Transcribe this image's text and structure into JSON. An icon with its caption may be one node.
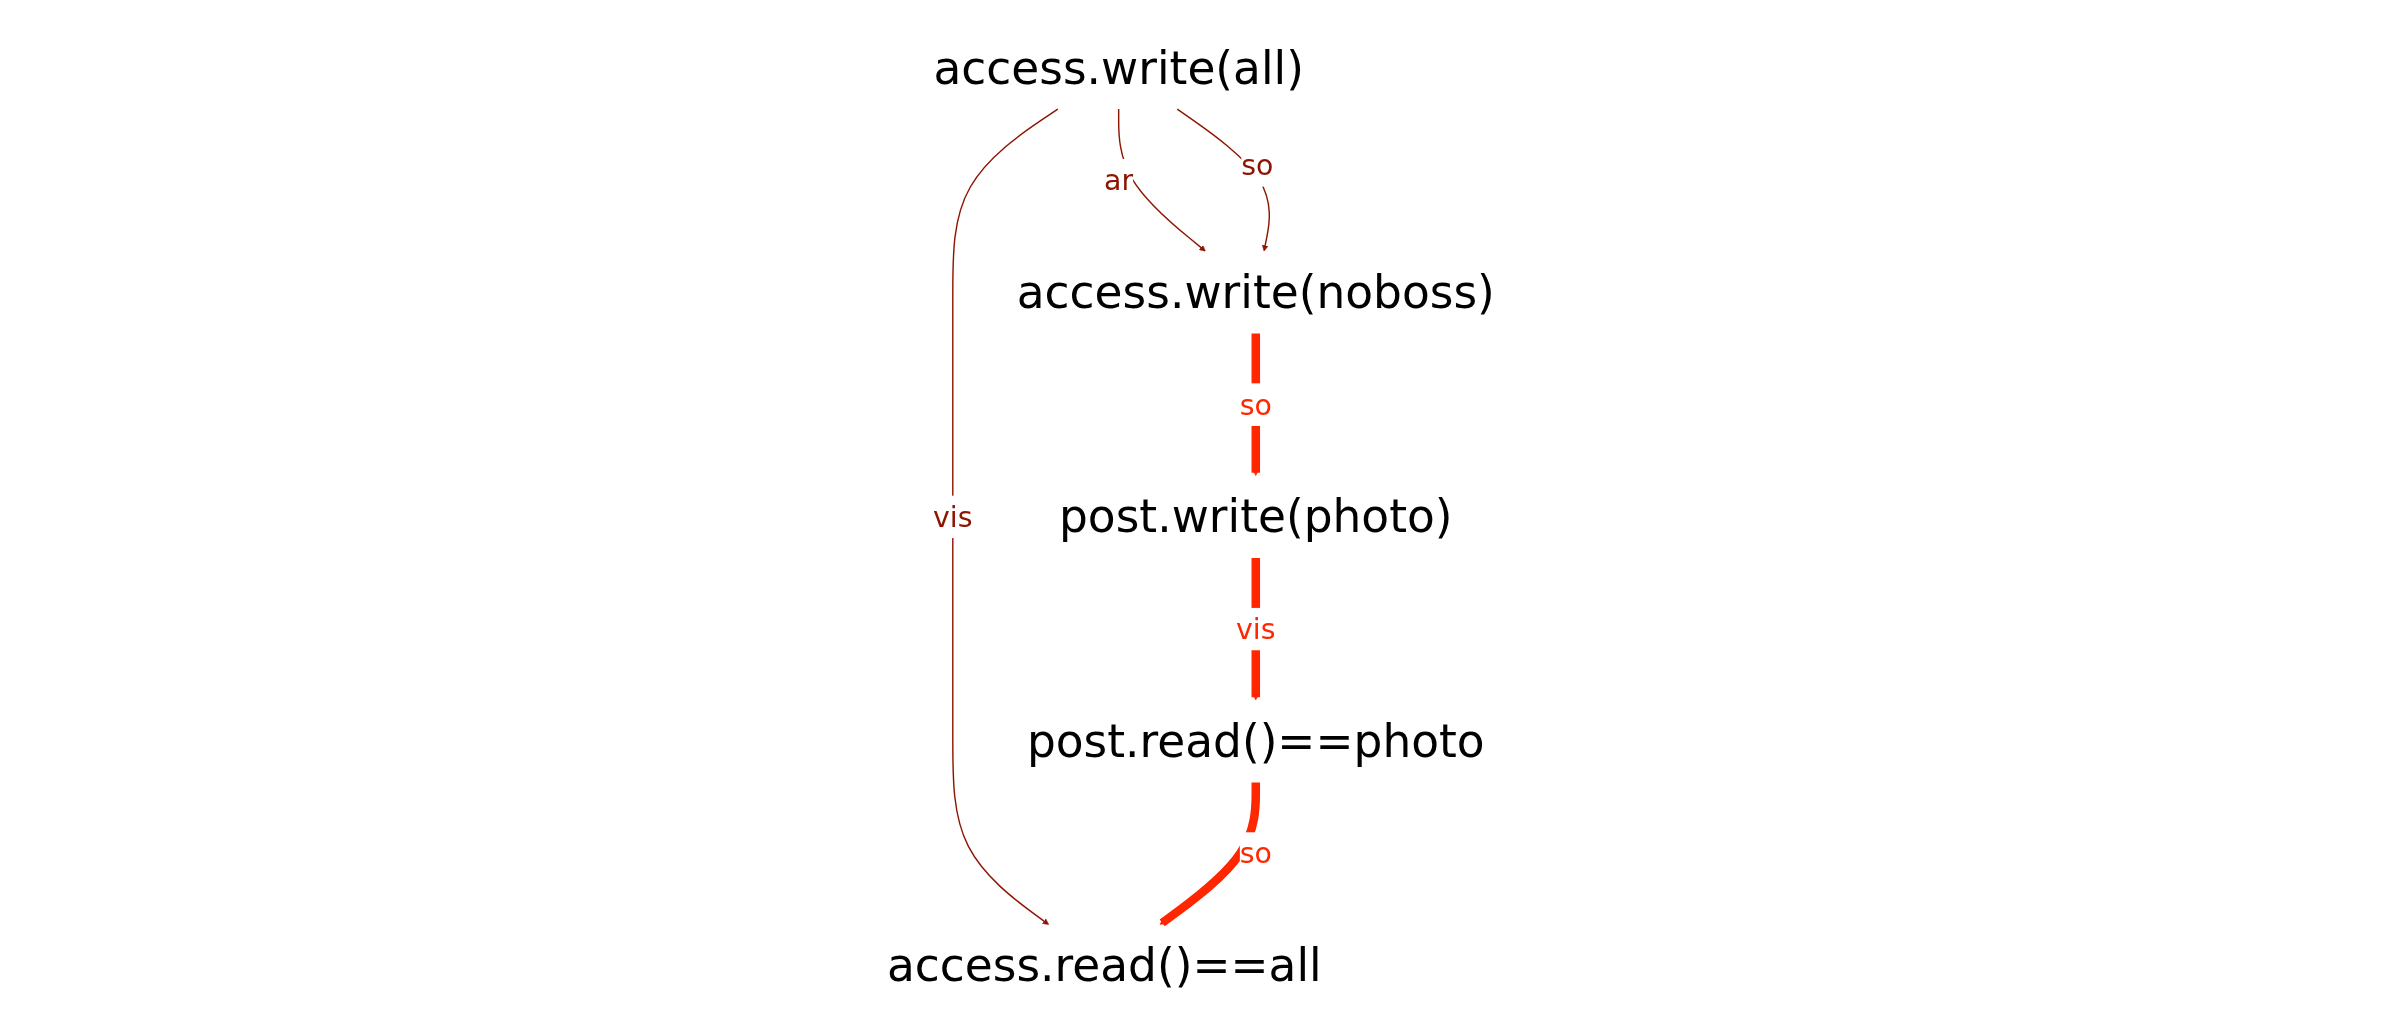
{
  "diagram": {
    "nodes": [
      {
        "text": [
          "access.write(all)"
        ]
      },
      {
        "text": [
          "access.write(noboss)"
        ]
      },
      {
        "text": [
          "post.write(photo)"
        ]
      },
      {
        "text": [
          "post.read()==photo"
        ]
      },
      {
        "text": [
          "access.read()==all"
        ]
      }
    ],
    "edges": [
      {
        "from": 0,
        "to": 1,
        "arrow": "to",
        "label": "ar",
        "color": "#8e1400"
      },
      {
        "from": 0,
        "to": 1,
        "arrow": "to",
        "label": "so",
        "color": "#8e1400"
      },
      {
        "from": 1,
        "to": 2,
        "arrow": "to",
        "label": "so",
        "style": "thick",
        "color": "#ff2600"
      },
      {
        "from": 2,
        "to": 3,
        "arrow": "to",
        "label": "vis",
        "style": "thick",
        "color": "#ff2600"
      },
      {
        "from": 0,
        "to": 4,
        "arrow": "to",
        "label": "vis",
        "color": "#8e1400"
      },
      {
        "from": 3,
        "to": 4,
        "arrow": "to",
        "label": "so",
        "style": "thick",
        "color": "#ff2600"
      }
    ]
  }
}
